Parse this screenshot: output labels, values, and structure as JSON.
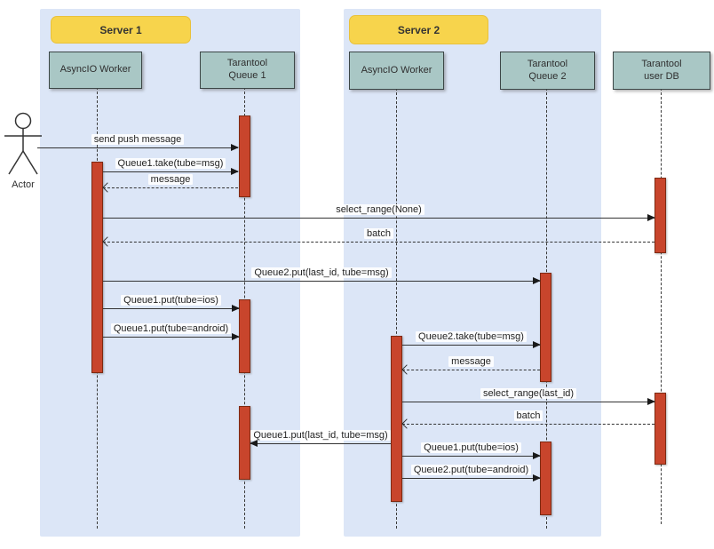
{
  "colors": {
    "frame_bg": "#dce6f7",
    "server_header_bg": "#f7d44c",
    "node_bg": "#a9c7c5",
    "activation": "#c8452c"
  },
  "diagram": {
    "servers": [
      {
        "title": "Server 1"
      },
      {
        "title": "Server 2"
      }
    ],
    "actor_label": "Actor",
    "participants": [
      {
        "line1": "AsyncIO Worker",
        "line2": ""
      },
      {
        "line1": "Tarantool",
        "line2": "Queue 1"
      },
      {
        "line1": "AsyncIO Worker",
        "line2": ""
      },
      {
        "line1": "Tarantool",
        "line2": "Queue 2"
      },
      {
        "line1": "Tarantool",
        "line2": "user DB"
      }
    ],
    "messages": [
      {
        "label": "send push message",
        "kind": "sync"
      },
      {
        "label": "Queue1.take(tube=msg)",
        "kind": "sync"
      },
      {
        "label": "message",
        "kind": "return"
      },
      {
        "label": "select_range(None)",
        "kind": "sync"
      },
      {
        "label": "batch",
        "kind": "return"
      },
      {
        "label": "Queue2.put(last_id, tube=msg)",
        "kind": "sync"
      },
      {
        "label": "Queue1.put(tube=ios)",
        "kind": "sync"
      },
      {
        "label": "Queue1.put(tube=android)",
        "kind": "sync"
      },
      {
        "label": "Queue2.take(tube=msg)",
        "kind": "sync"
      },
      {
        "label": "message",
        "kind": "return"
      },
      {
        "label": "select_range(last_id)",
        "kind": "sync"
      },
      {
        "label": "batch",
        "kind": "return"
      },
      {
        "label": "Queue1.put(last_id, tube=msg)",
        "kind": "sync-left"
      },
      {
        "label": "Queue1.put(tube=ios)",
        "kind": "sync"
      },
      {
        "label": "Queue2.put(tube=android)",
        "kind": "sync"
      }
    ]
  }
}
